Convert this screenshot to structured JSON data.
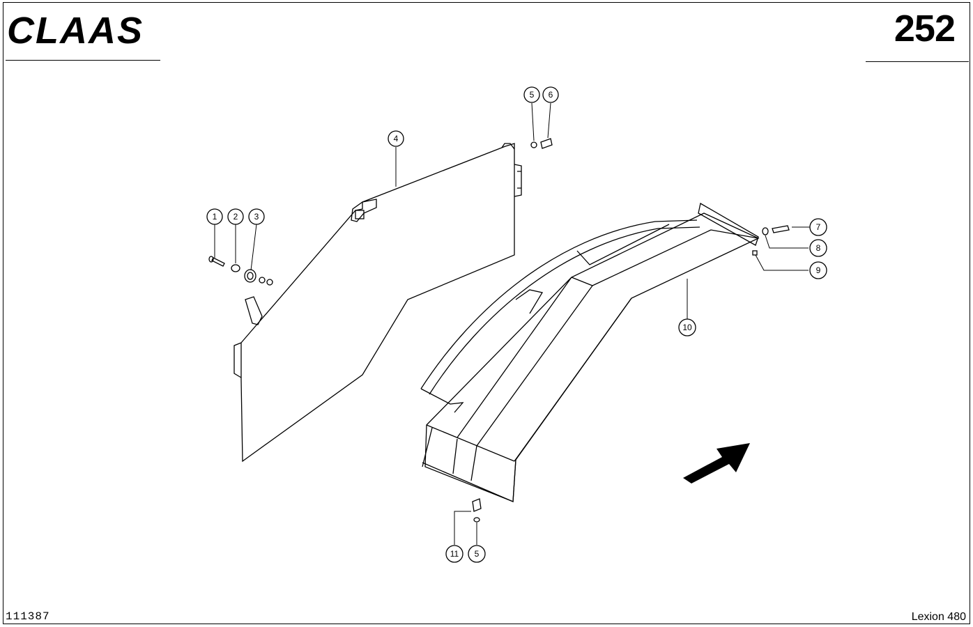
{
  "header": {
    "brand": "CLAAS",
    "page_number": "252"
  },
  "footer": {
    "document_id": "111387",
    "model": "Lexion 480"
  },
  "callouts": [
    "1",
    "2",
    "3",
    "4",
    "5",
    "6",
    "7",
    "8",
    "9",
    "10",
    "11",
    "5"
  ]
}
